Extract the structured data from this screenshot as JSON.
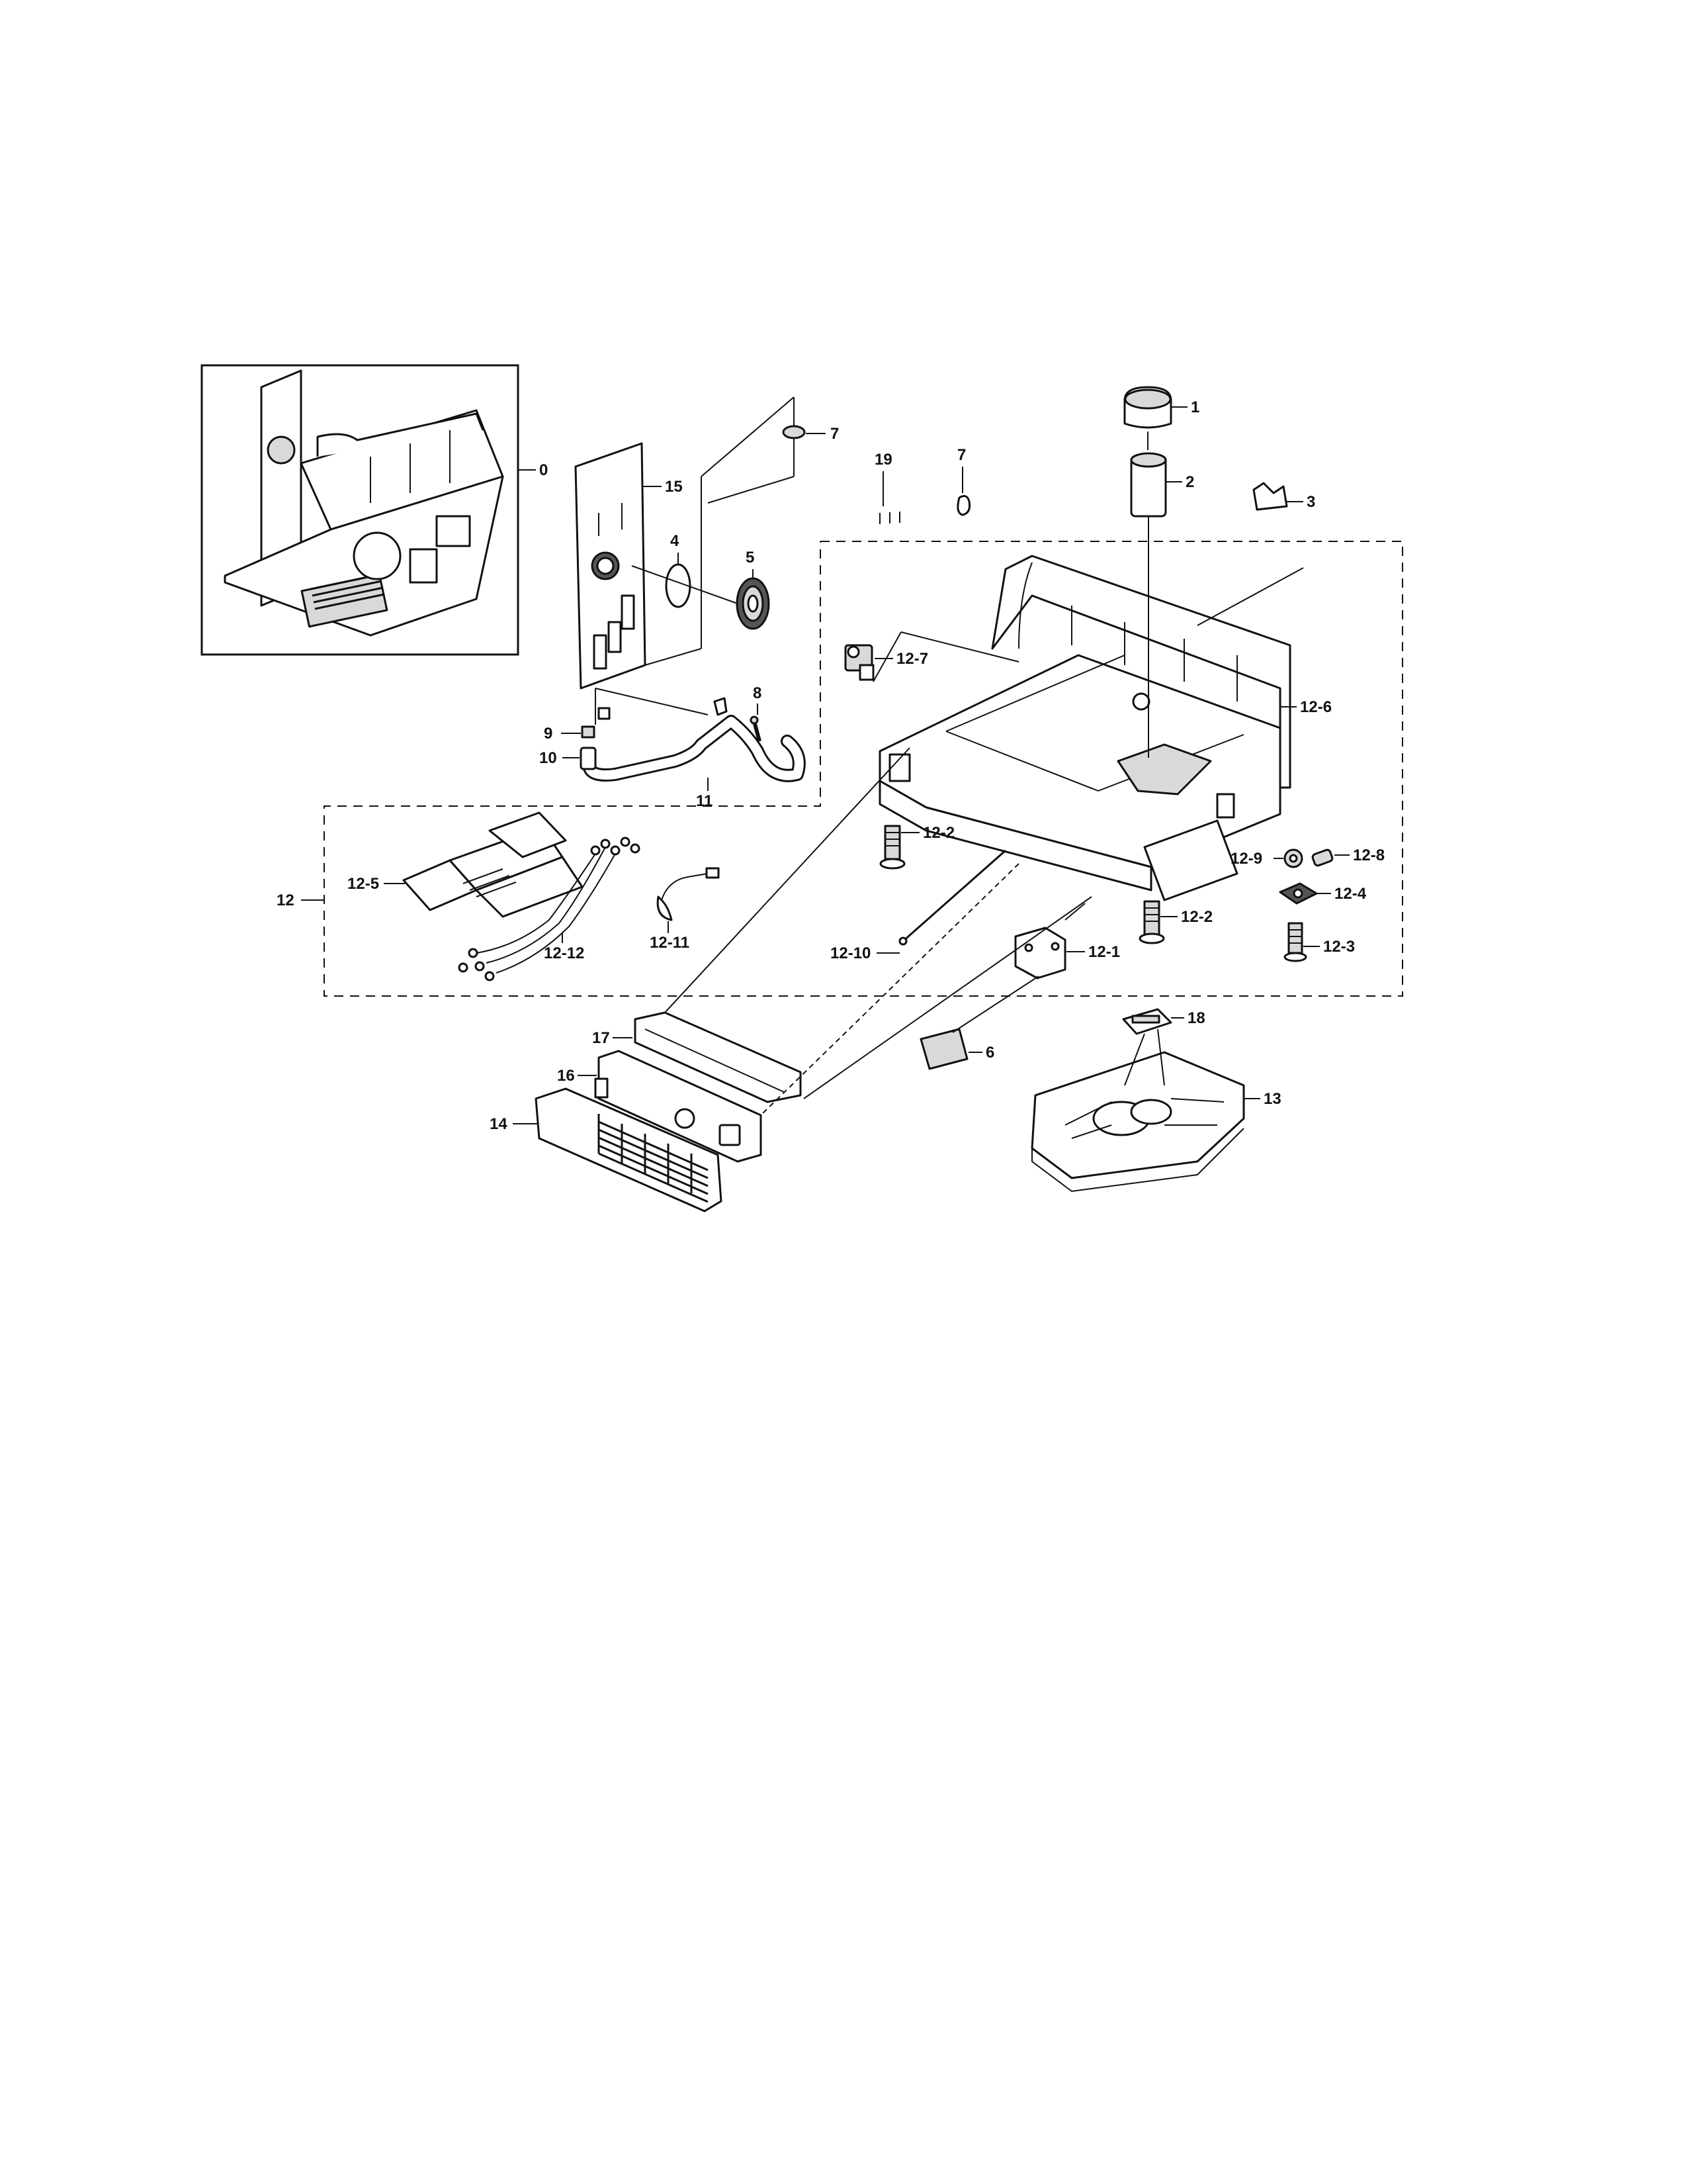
{
  "callouts": {
    "c0": "0",
    "c1": "1",
    "c2": "2",
    "c3": "3",
    "c4": "4",
    "c5": "5",
    "c6": "6",
    "c7a": "7",
    "c7b": "7",
    "c8": "8",
    "c9": "9",
    "c10": "10",
    "c11": "11",
    "c12": "12",
    "c12_1": "12-1",
    "c12_2a": "12-2",
    "c12_2b": "12-2",
    "c12_3": "12-3",
    "c12_4": "12-4",
    "c12_5": "12-5",
    "c12_6": "12-6",
    "c12_7": "12-7",
    "c12_8": "12-8",
    "c12_9": "12-9",
    "c12_10": "12-10",
    "c12_11": "12-11",
    "c12_12": "12-12",
    "c13": "13",
    "c14": "14",
    "c15": "15",
    "c16": "16",
    "c17": "17",
    "c18": "18",
    "c19": "19"
  },
  "colors": {
    "line": "#111111",
    "paper": "#ffffff",
    "shade": "#d9d9d9"
  }
}
